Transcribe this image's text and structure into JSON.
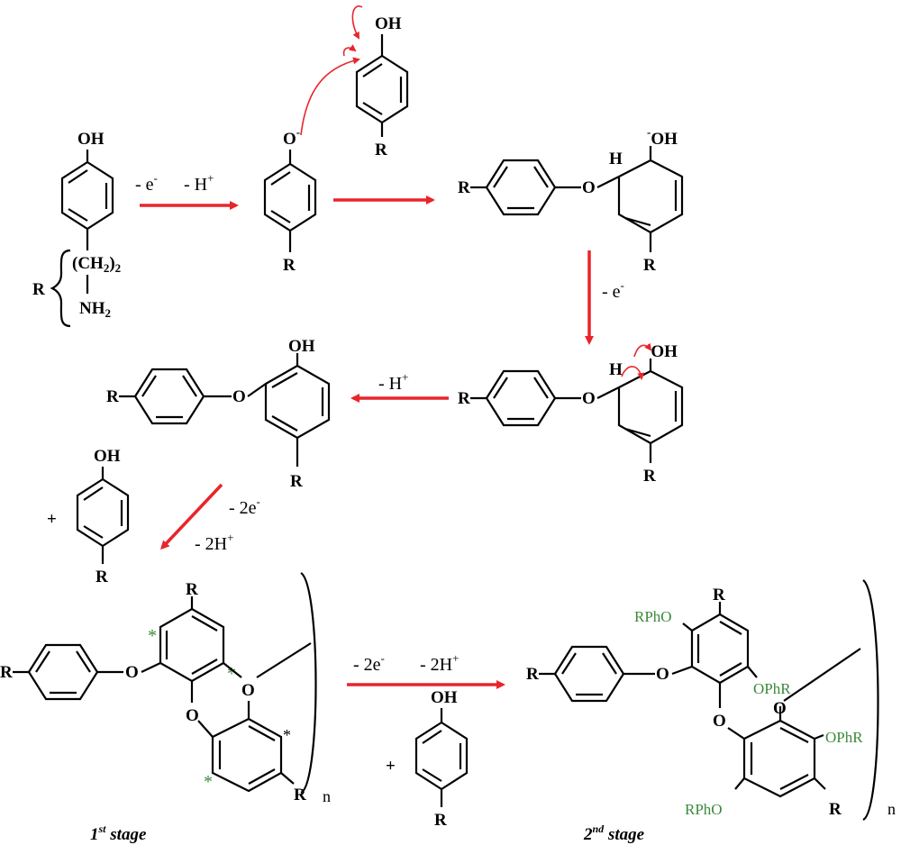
{
  "colors": {
    "arrow": "#e8252b",
    "green_label": "#3a8a3a",
    "ink": "#000000"
  },
  "labels": {
    "oh": "OH",
    "r": "R",
    "o": "O",
    "o_minus": "O",
    "minus": "-",
    "h": "H",
    "ch2_2": "(CH",
    "ch2_sub": "2",
    "ch2_close": ")",
    "ch2_sub2": "2",
    "nh2": "NH",
    "nh2_sub": "2",
    "plus": "+",
    "n": "n",
    "star": "*",
    "rpho": "RPhO",
    "ophr": "OPhR"
  },
  "conditions": {
    "step1_a": "- e",
    "step1_a_sup": "-",
    "step1_b": "- H",
    "step1_b_sup": "+",
    "step3": "- e",
    "step3_sup": "-",
    "step4": "- H",
    "step4_sup": "+",
    "step5_a": "- 2e",
    "step5_a_sup": "-",
    "step5_b": "- 2H",
    "step5_b_sup": "+",
    "step6_a": "- 2e",
    "step6_a_sup": "-",
    "step6_b": "- 2H",
    "step6_b_sup": "+"
  },
  "stages": {
    "first": "1",
    "first_sup": "st",
    "first_word": " stage",
    "second": "2",
    "second_sup": "nd",
    "second_word": " stage"
  }
}
